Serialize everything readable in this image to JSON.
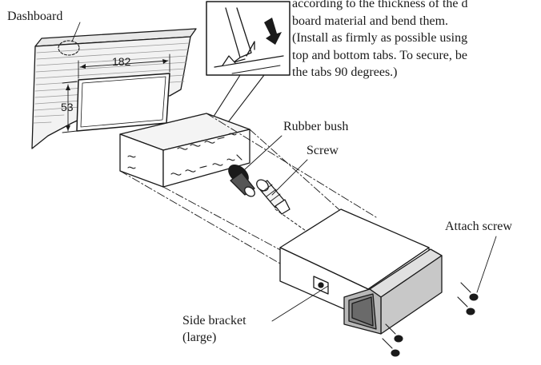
{
  "labels": {
    "dashboard": "Dashboard",
    "width_dim": "182",
    "height_dim": "53",
    "rubber_bush": "Rubber bush",
    "screw": "Screw",
    "attach_screw": "Attach screw",
    "side_bracket_line1": "Side bracket",
    "side_bracket_line2": "(large)"
  },
  "instructions": {
    "lines": [
      "according to the thickness of the d",
      "board material and bend them.",
      "(Install as firmly as possible using",
      "top and bottom tabs. To secure, be",
      "the tabs 90 degrees.)"
    ]
  },
  "colors": {
    "line": "#1a1a1a",
    "tint": "#c8c8c8",
    "dark_tint": "#8a8a8a",
    "background": "#ffffff"
  }
}
